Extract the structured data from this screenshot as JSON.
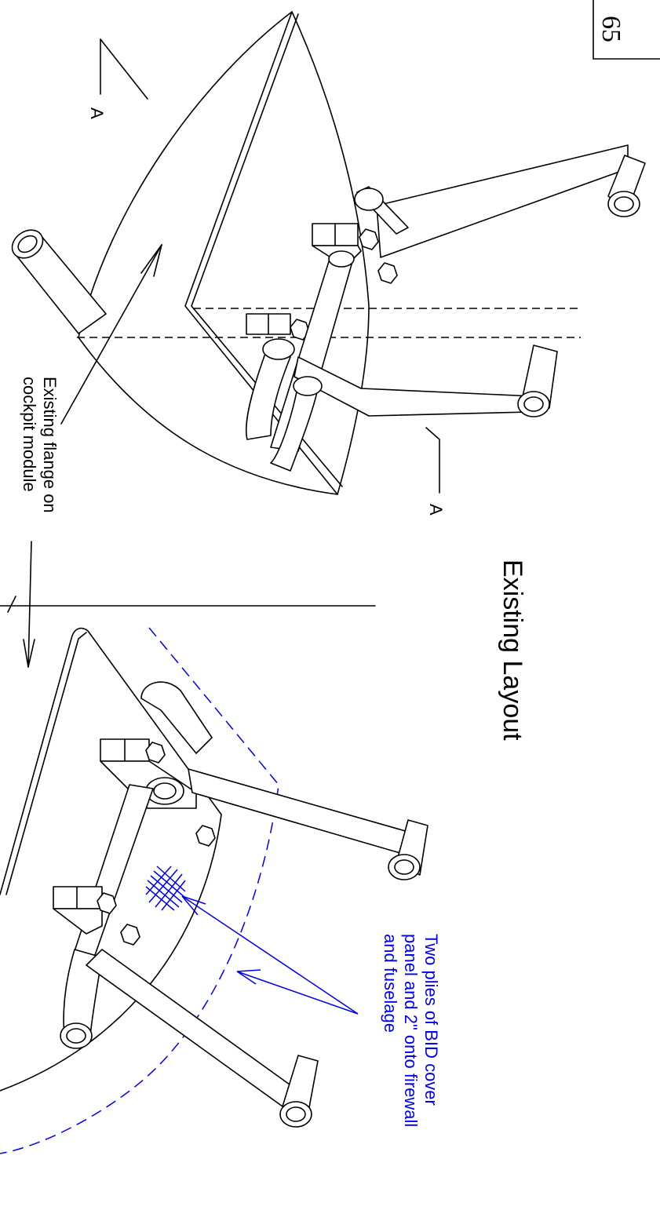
{
  "page_number": "65",
  "title": "Existing Layout",
  "section_marker": "A",
  "flange_label": [
    "Existing flange on",
    "cockpit module"
  ],
  "bid_note": [
    "Two plies of BID cover",
    "panel and 2\" onto firewall",
    "and fuselage"
  ],
  "colors": {
    "ink": "#000000",
    "annotation": "#0000ee",
    "background": "#ffffff"
  }
}
